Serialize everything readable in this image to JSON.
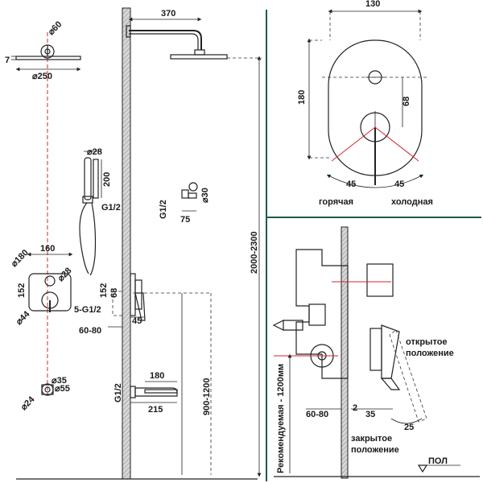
{
  "dimensions": {
    "arm_length": "370",
    "head_fixing_diameter": "⌀60",
    "head_thickness": "7",
    "head_diameter": "⌀250",
    "hand_shower_diameter": "⌀28",
    "hand_shower_length": "200",
    "hose_thread": "G1/2",
    "holder_thread": "G1/2",
    "holder_diameter": "⌀30",
    "holder_depth": "75",
    "plate_width": "160",
    "plate_outer_diameter": "⌀180",
    "knob_diameter": "⌀28",
    "plate_height": "152",
    "lever_base_diameter": "⌀44",
    "side_plate_height": "152",
    "side_center_offset": "68",
    "side_threads": "5-G1/2",
    "side_depth": "45",
    "side_recess": "60-80",
    "spout_outlet_diameter": "⌀35",
    "spout_body_diameter": "⌀55",
    "spout_small_diameter": "⌀24",
    "spout_thread": "G1/2",
    "spout_length": "180",
    "spout_reach": "215",
    "spout_height_range": "900-1200",
    "head_height_range": "2000-2300",
    "oval_width": "130",
    "oval_height": "180",
    "oval_center_offset": "68",
    "angle_left": "45",
    "angle_right": "45",
    "section_recess": "60-80",
    "section_gap": "2",
    "section_depth": "35",
    "section_lever_angle": "25"
  },
  "labels": {
    "hot": "горячая",
    "cold": "холодная",
    "open_position_line1": "открытое",
    "open_position_line2": "положение",
    "closed_position_line1": "закрытое",
    "closed_position_line2": "положение",
    "recommended_height": "Рекомендуемая - 1200мм",
    "floor": "ПОЛ"
  },
  "colors": {
    "divider": "#1f5a4a",
    "axis_red": "#d1262b",
    "ink": "#222222"
  }
}
